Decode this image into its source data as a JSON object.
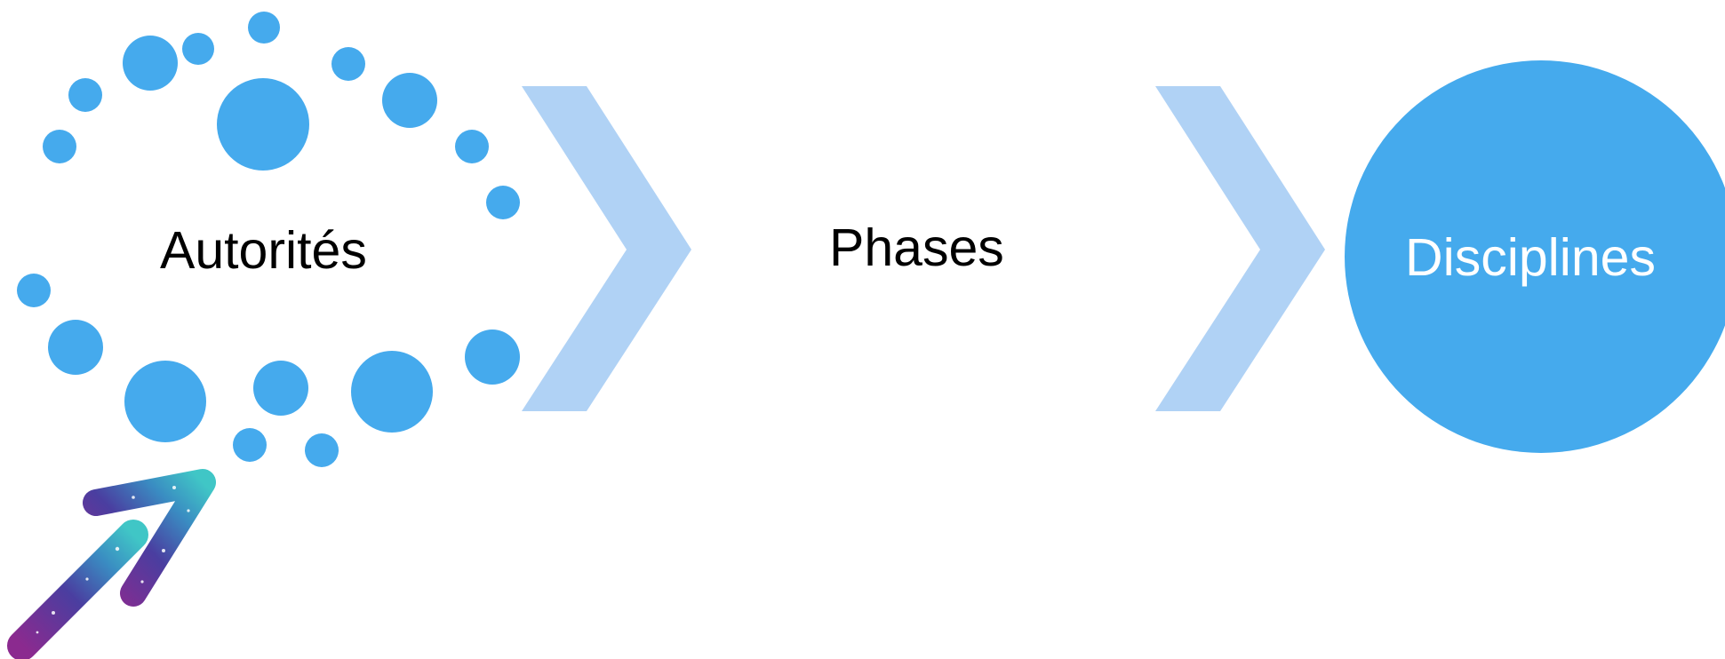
{
  "colors": {
    "dot_blue": "#45aaed",
    "chevron_blue": "#b0d2f5",
    "circle_blue": "#45aaed",
    "text_dark": "#000000",
    "text_light": "#ffffff",
    "arrow_gradient": [
      "#7b2f9e",
      "#4a3ea0",
      "#3f8fbf",
      "#3fc3c8"
    ]
  },
  "icons": {
    "dot_ring": "dotted-ring-icon",
    "chevron": "chevron-right-icon",
    "arrow": "glitter-arrow-icon"
  },
  "stages": [
    {
      "label": "Autorités",
      "shape": "dotted-ring"
    },
    {
      "label": "Phases",
      "shape": "none"
    },
    {
      "label": "Disciplines",
      "shape": "filled-circle"
    }
  ]
}
